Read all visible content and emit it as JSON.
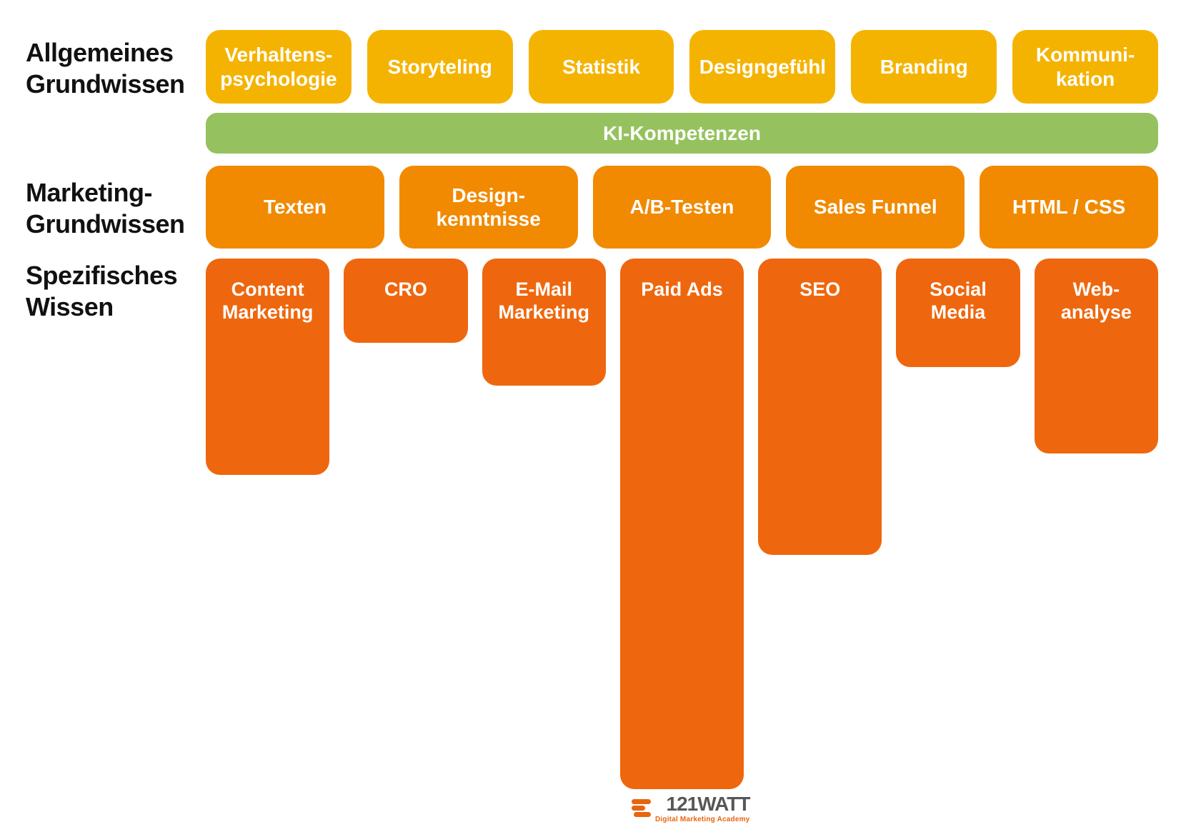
{
  "side_labels": {
    "general": "Allgemeines\nGrundwissen",
    "marketing": "Marketing-\nGrundwissen",
    "specific": "Spezifisches\nWissen"
  },
  "general_row": {
    "boxes": [
      "Verhaltens-\npsychologie",
      "Storyteling",
      "Statistik",
      "Designgefühl",
      "Branding",
      "Kommuni-\nkation"
    ]
  },
  "ki_bar": {
    "label": "KI-Kompetenzen"
  },
  "marketing_row": {
    "boxes": [
      "Texten",
      "Design-\nkenntnisse",
      "A/B-Testen",
      "Sales Funnel",
      "HTML / CSS"
    ]
  },
  "specific_row": {
    "boxes": [
      "Content\nMarketing",
      "CRO",
      "E-Mail\nMarketing",
      "Paid Ads",
      "SEO",
      "Social\nMedia",
      "Web-\nanalyse"
    ]
  },
  "logo": {
    "brand": "121WATT",
    "tagline": "Digital Marketing Academy"
  },
  "colors": {
    "general_yellow": "#F5B301",
    "ki_green": "#95C25E",
    "marketing_orange": "#F18A01",
    "specific_deep_orange": "#EE670E",
    "logo_gray": "#575756",
    "logo_orange": "#E8650F",
    "label_black": "#111111"
  }
}
